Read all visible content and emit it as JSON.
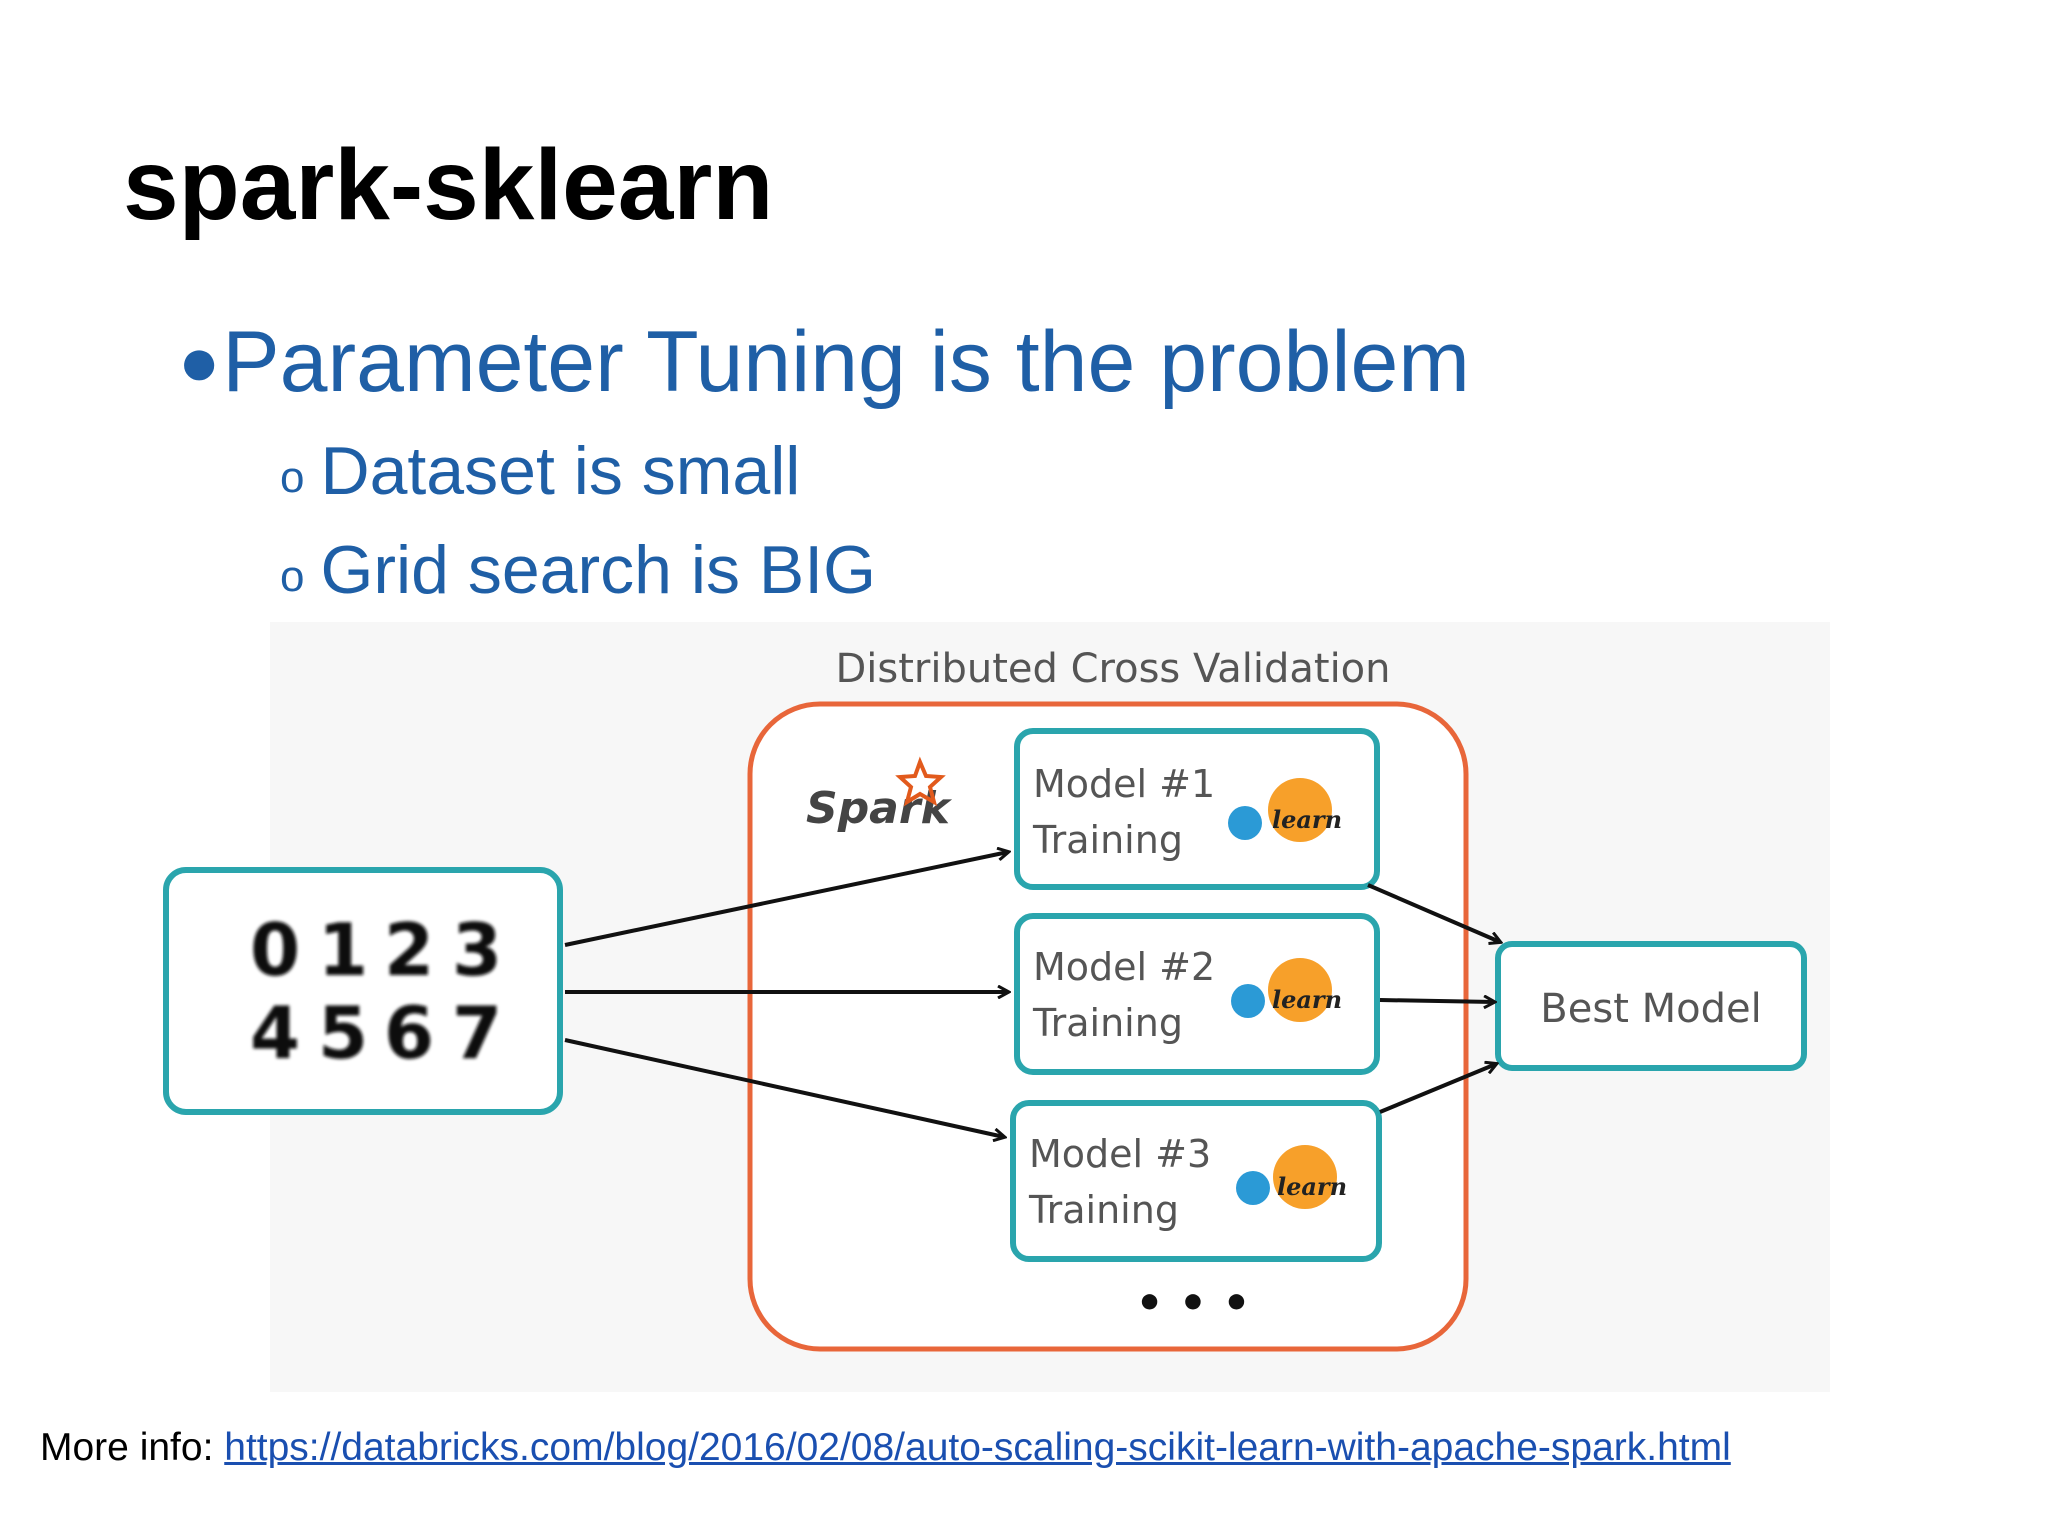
{
  "slide": {
    "title": "spark-sklearn",
    "bullets": [
      {
        "text": "Parameter Tuning is the problem",
        "marker": "●"
      },
      {
        "text": "Dataset is small",
        "marker": "o"
      },
      {
        "text": "Grid search is BIG",
        "marker": "o"
      }
    ]
  },
  "diagram": {
    "caption": "Distributed Cross Validation",
    "spark_logo_text": "Spark",
    "input_digits": [
      [
        "0",
        "1",
        "2",
        "3"
      ],
      [
        "4",
        "5",
        "6",
        "7"
      ]
    ],
    "models": [
      {
        "line1": "Model #1",
        "line2": "Training",
        "badge": "learn"
      },
      {
        "line1": "Model #2",
        "line2": "Training",
        "badge": "learn"
      },
      {
        "line1": "Model #3",
        "line2": "Training",
        "badge": "learn"
      }
    ],
    "ellipsis": "• • •",
    "output_label": "Best Model",
    "colors": {
      "teal": "#2aa5ad",
      "orange_border": "#e8663a",
      "sklearn_orange": "#f7a02a",
      "sklearn_blue": "#2b9ad6",
      "spark_star": "#e25a1c"
    }
  },
  "footer": {
    "prefix": "More info: ",
    "link_text": "https://databricks.com/blog/2016/02/08/auto-scaling-scikit-learn-with-apache-spark.html"
  }
}
